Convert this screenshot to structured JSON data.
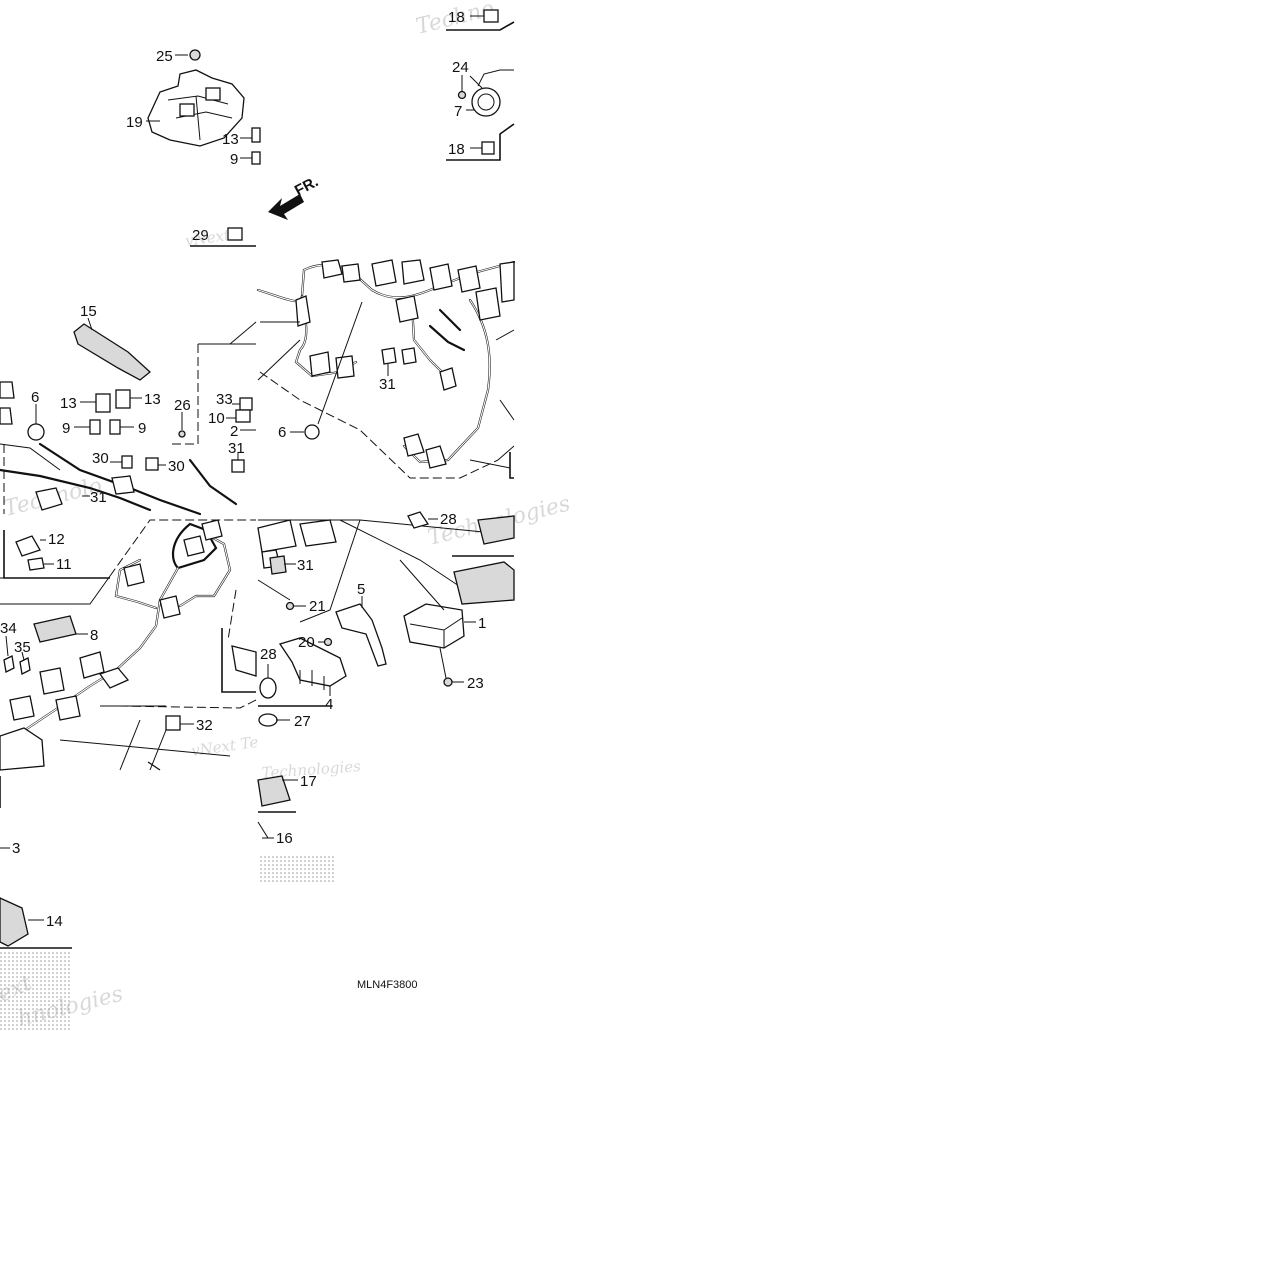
{
  "diagram": {
    "drawing_code": "MLN4F3800",
    "direction_label": "FR.",
    "watermark_fragments": [
      "Techno",
      "vNext",
      "Technologies",
      "Technolo",
      "vNext Te",
      "ext",
      "hnologies",
      "Technologies"
    ],
    "callouts": [
      {
        "id": "c25",
        "label": "25"
      },
      {
        "id": "c19",
        "label": "19"
      },
      {
        "id": "c13a",
        "label": "13"
      },
      {
        "id": "c9a",
        "label": "9"
      },
      {
        "id": "c29",
        "label": "29"
      },
      {
        "id": "c18a",
        "label": "18"
      },
      {
        "id": "c24",
        "label": "24"
      },
      {
        "id": "c7",
        "label": "7"
      },
      {
        "id": "c18b",
        "label": "18"
      },
      {
        "id": "c15",
        "label": "15"
      },
      {
        "id": "c6a",
        "label": "6"
      },
      {
        "id": "c13b",
        "label": "13"
      },
      {
        "id": "c13c",
        "label": "13"
      },
      {
        "id": "c9b",
        "label": "9"
      },
      {
        "id": "c9c",
        "label": "9"
      },
      {
        "id": "c26",
        "label": "26"
      },
      {
        "id": "c33",
        "label": "33"
      },
      {
        "id": "c10",
        "label": "10"
      },
      {
        "id": "c2",
        "label": "2"
      },
      {
        "id": "c31a",
        "label": "31"
      },
      {
        "id": "c30a",
        "label": "30"
      },
      {
        "id": "c30b",
        "label": "30"
      },
      {
        "id": "c31b",
        "label": "31"
      },
      {
        "id": "c31c",
        "label": "31"
      },
      {
        "id": "c6b",
        "label": "6"
      },
      {
        "id": "c12",
        "label": "12"
      },
      {
        "id": "c11",
        "label": "11"
      },
      {
        "id": "c28a",
        "label": "28"
      },
      {
        "id": "c31d",
        "label": "31"
      },
      {
        "id": "c5",
        "label": "5"
      },
      {
        "id": "c21",
        "label": "21"
      },
      {
        "id": "c1",
        "label": "1"
      },
      {
        "id": "c20",
        "label": "20"
      },
      {
        "id": "c34",
        "label": "34"
      },
      {
        "id": "c35",
        "label": "35"
      },
      {
        "id": "c8",
        "label": "8"
      },
      {
        "id": "c28b",
        "label": "28"
      },
      {
        "id": "c4",
        "label": "4"
      },
      {
        "id": "c23",
        "label": "23"
      },
      {
        "id": "c27",
        "label": "27"
      },
      {
        "id": "c32",
        "label": "32"
      },
      {
        "id": "c17",
        "label": "17"
      },
      {
        "id": "c16",
        "label": "16"
      },
      {
        "id": "c3",
        "label": "3"
      },
      {
        "id": "c14",
        "label": "14"
      }
    ]
  },
  "colors": {
    "line": "#111111",
    "background": "#ffffff",
    "watermark": "#b9b9b9"
  }
}
